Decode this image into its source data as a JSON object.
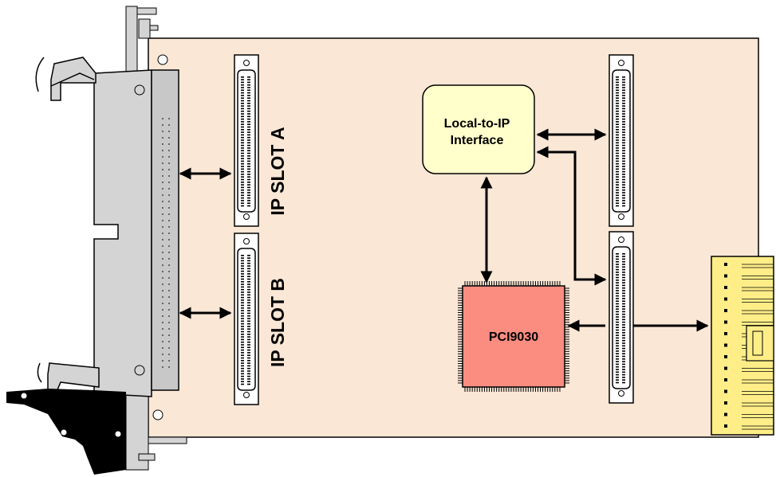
{
  "labels": {
    "slot_a": "IP SLOT A",
    "slot_b": "IP SLOT B",
    "interface_line1": "Local-to-IP",
    "interface_line2": "Interface",
    "chip": "PCI9030"
  },
  "colors": {
    "board": "#fae7d6",
    "faceplate": "#d4d4d4",
    "interface_box": "#ffffcc",
    "chip": "#fa8c80",
    "pcb_connector": "#ffee88",
    "handle": "#000000"
  },
  "icons": [
    "ejector-handle-icon",
    "connector-pin-icon",
    "arrow-icon"
  ]
}
